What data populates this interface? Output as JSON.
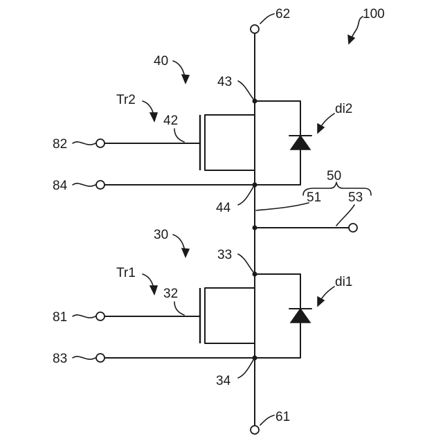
{
  "figure": {
    "ref_100": "100",
    "ref_40": "40",
    "ref_30": "30",
    "ref_50": "50",
    "transistors": {
      "tr2": "Tr2",
      "tr1": "Tr1"
    },
    "diodes": {
      "di2": "di2",
      "di1": "di1"
    },
    "nodes": {
      "n43": "43",
      "n42": "42",
      "n44": "44",
      "n33": "33",
      "n32": "32",
      "n34": "34",
      "n51": "51",
      "n53": "53"
    },
    "terminals": {
      "t62": "62",
      "t61": "61",
      "t82": "82",
      "t84": "84",
      "t81": "81",
      "t83": "83"
    }
  }
}
